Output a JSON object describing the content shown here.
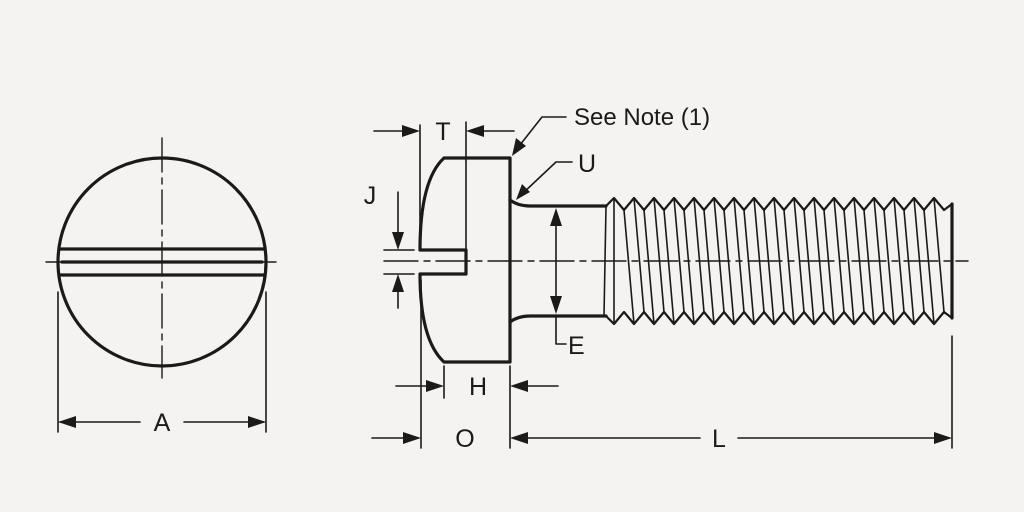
{
  "labels": {
    "a": "A",
    "t": "T",
    "j": "J",
    "h": "H",
    "o": "O",
    "l": "L",
    "u": "U",
    "e": "E",
    "see_note": "See Note (1)"
  }
}
